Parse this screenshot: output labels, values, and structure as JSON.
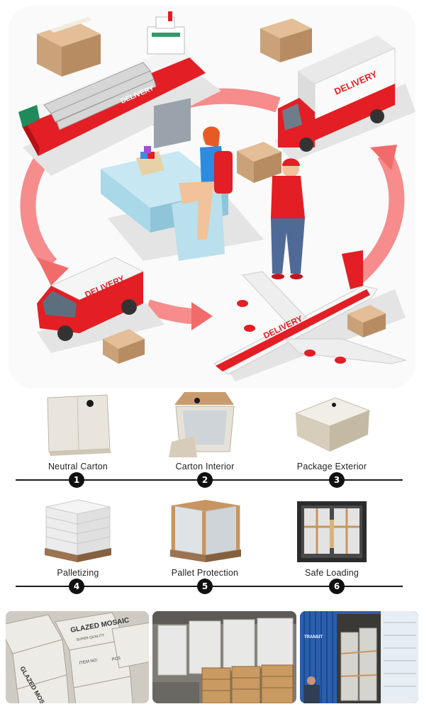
{
  "hero": {
    "delivery_text": "DELIVERY"
  },
  "steps": [
    {
      "number": "1",
      "label": "Neutral Carton"
    },
    {
      "number": "2",
      "label": "Carton Interior"
    },
    {
      "number": "3",
      "label": "Package Exterior"
    },
    {
      "number": "4",
      "label": "Palletizing"
    },
    {
      "number": "5",
      "label": "Pallet Protection"
    },
    {
      "number": "6",
      "label": "Safe Loading"
    }
  ],
  "photos": {
    "box_brand": "GLAZED MOSAIC",
    "box_sub": "SUPER QUALITY",
    "box_item": "ITEM NO:",
    "box_pcs": "PCS",
    "container_brand": "TRANSIT"
  },
  "colors": {
    "brand_red": "#e31e24",
    "arrow_pink": "#f26b6b",
    "carton": "#c9a27a",
    "desk_blue": "#a9d8e8"
  }
}
